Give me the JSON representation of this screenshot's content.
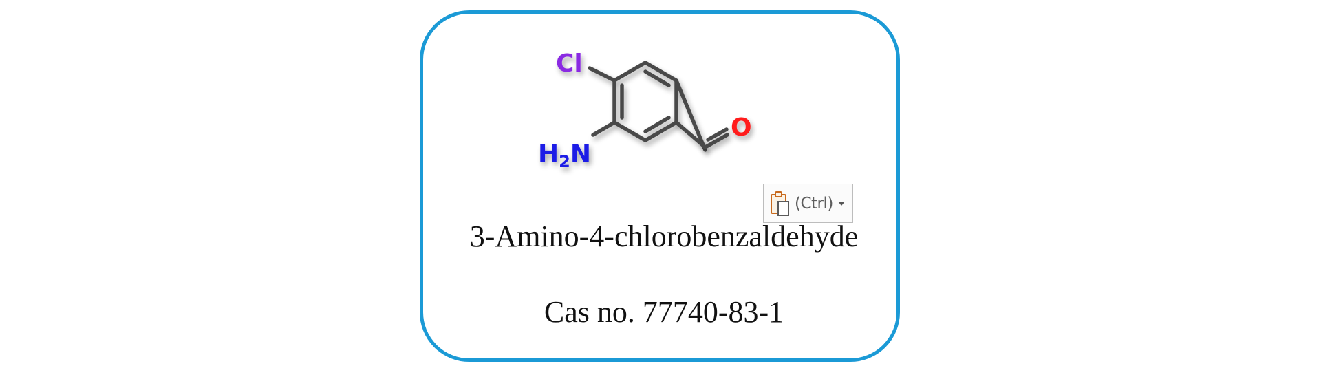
{
  "structure": {
    "atoms": {
      "chlorine": "Cl",
      "amine_h": "H",
      "amine_subscript": "2",
      "amine_n": "N",
      "oxygen": "O"
    }
  },
  "paste_options": {
    "icon": "clipboard-paste-icon",
    "label": "(Ctrl)"
  },
  "compound_name": "3-Amino-4-chlorobenzaldehyde",
  "cas_number": "Cas no. 77740-83-1",
  "colors": {
    "border": "#1b9ad6",
    "chlorine": "#8a2be2",
    "nitrogen": "#1a1ae6",
    "oxygen": "#ff1a1a",
    "bond": "#4a4a4a"
  }
}
